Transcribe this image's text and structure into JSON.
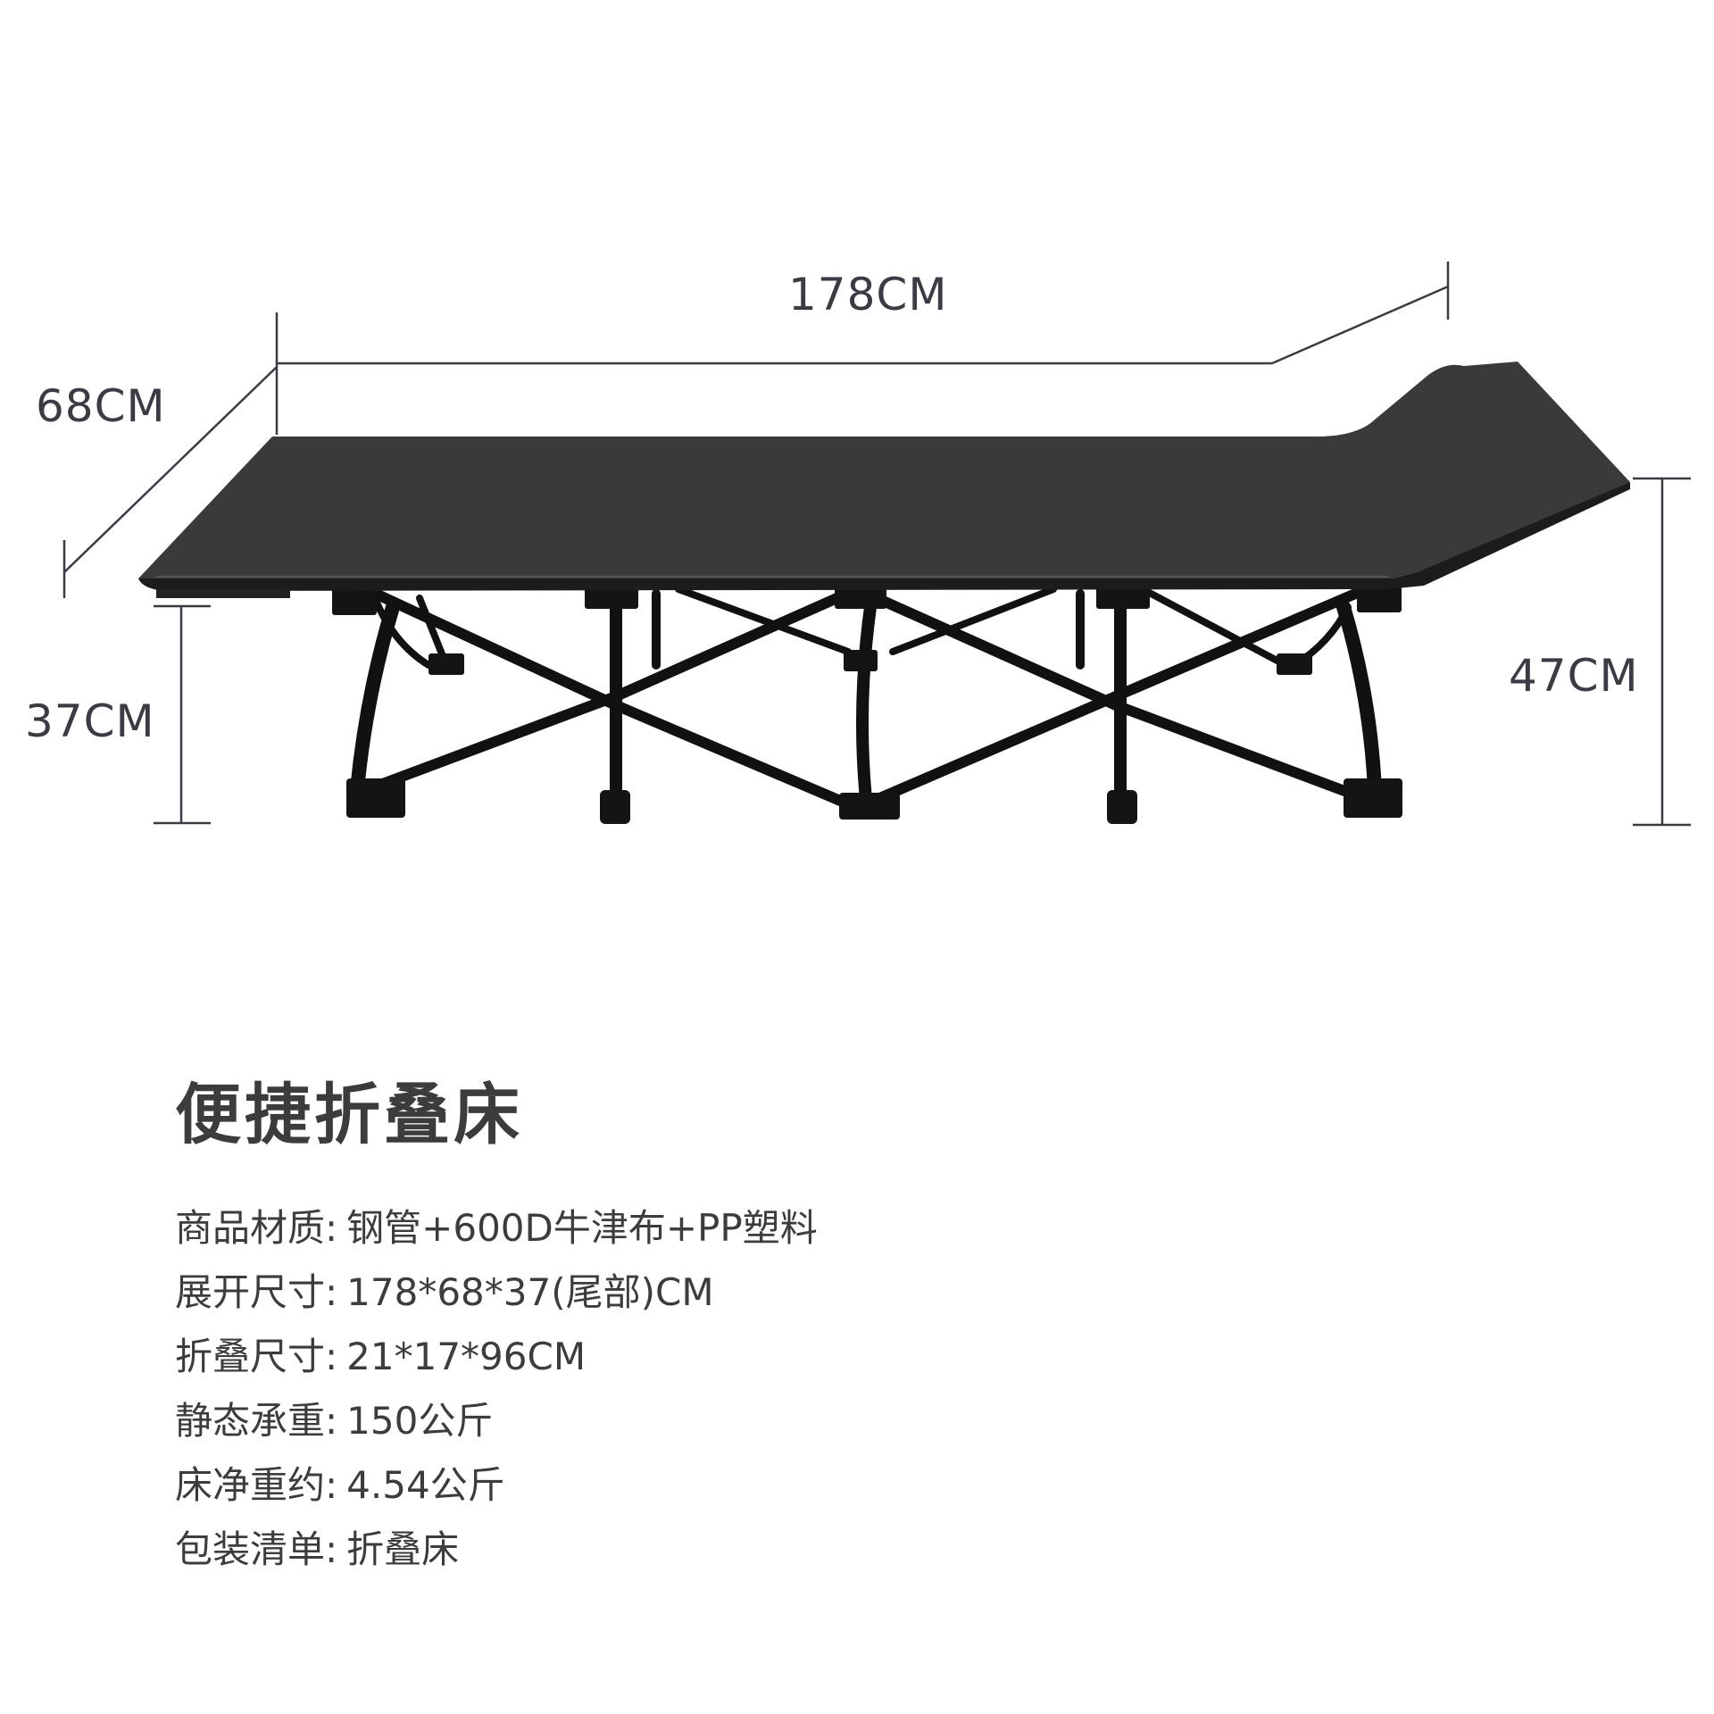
{
  "product": {
    "title": "便捷折叠床"
  },
  "dimensions": {
    "length_label": "178CM",
    "width_label": "68CM",
    "tail_height_label": "37CM",
    "head_height_label": "47CM"
  },
  "specs": [
    {
      "key": "商品材质",
      "value": "钢管+600D牛津布+PP塑料"
    },
    {
      "key": "展开尺寸",
      "value": "178*68*37(尾部)CM"
    },
    {
      "key": "折叠尺寸",
      "value": "21*17*96CM"
    },
    {
      "key": "静态承重",
      "value": "150公斤"
    },
    {
      "key": "床净重约",
      "value": "4.54公斤"
    },
    {
      "key": "包装清单",
      "value": "折叠床"
    }
  ],
  "colors": {
    "bed_fabric": "#3a3a3a",
    "frame": "#111111",
    "dimension_line": "#3b3b44",
    "text": "#3c3c3c"
  }
}
